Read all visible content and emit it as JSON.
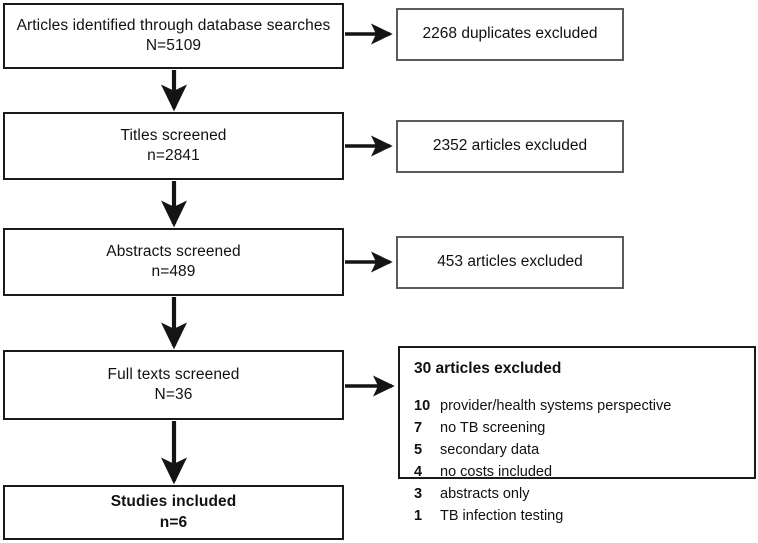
{
  "diagram": {
    "title": "PRISMA study selection flow diagram",
    "stroke_dark": "#1a1a1a",
    "stroke_gray": "#5b5b5b",
    "background": "#ffffff",
    "flow_boxes": [
      {
        "line1": "Articles identified through database searches",
        "line2": "N=5109",
        "bold": false
      },
      {
        "line1": "Titles screened",
        "line2": "n=2841",
        "bold": false
      },
      {
        "line1": "Abstracts screened",
        "line2": "n=489",
        "bold": false
      },
      {
        "line1": "Full texts screened",
        "line2": "N=36",
        "bold": false
      },
      {
        "line1": "Studies included",
        "line2": "n=6",
        "bold": true
      }
    ],
    "exclusion_boxes": [
      {
        "label": "2268 duplicates excluded"
      },
      {
        "label": "2352 articles excluded"
      },
      {
        "label": "453 articles excluded"
      }
    ],
    "detailed_exclusion": {
      "title": "30 articles excluded",
      "reasons": [
        {
          "count": "10",
          "text": "provider/health systems perspective"
        },
        {
          "count": "7",
          "text": "no TB screening"
        },
        {
          "count": "5",
          "text": "secondary data"
        },
        {
          "count": "4",
          "text": "no costs included"
        },
        {
          "count": "3",
          "text": "abstracts only"
        },
        {
          "count": "1",
          "text": "TB infection testing"
        }
      ]
    }
  }
}
